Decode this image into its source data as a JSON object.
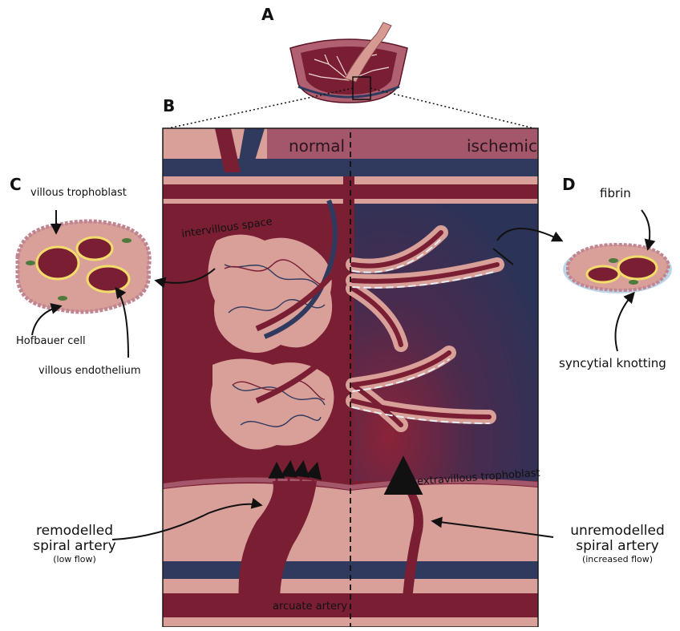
{
  "panels": {
    "a": "A",
    "b": "B",
    "c": "C",
    "d": "D"
  },
  "headers": {
    "normal": "normal",
    "ischemic": "ischemic"
  },
  "labels": {
    "intervillous_space": "intervillous space",
    "extravillous_trophoblast": "extravillous trophoblast",
    "arcuate_artery": "arcuate artery",
    "villous_trophoblast": "villous trophoblast",
    "hofbauer_cell": "Hofbauer cell",
    "villous_endothelium": "villous endothelium",
    "fibrin": "fibrin",
    "syncytial_knotting": "syncytial knotting",
    "remodelled_line1": "remodelled",
    "remodelled_line2": "spiral artery",
    "remodelled_note": "(low flow)",
    "unremodelled_line1": "unremodelled",
    "unremodelled_line2": "spiral artery",
    "unremodelled_note": "(increased flow)"
  },
  "colors": {
    "maroon": "#7a1f33",
    "deep_maroon": "#5c1426",
    "pink": "#d9a09a",
    "light_pink": "#e8b8ae",
    "navy": "#2f3a5e",
    "muted_rose": "#a4576a",
    "fibrin_blue": "#bcd6e8",
    "yellow": "#f2dc6c",
    "green": "#4e7a3c"
  }
}
